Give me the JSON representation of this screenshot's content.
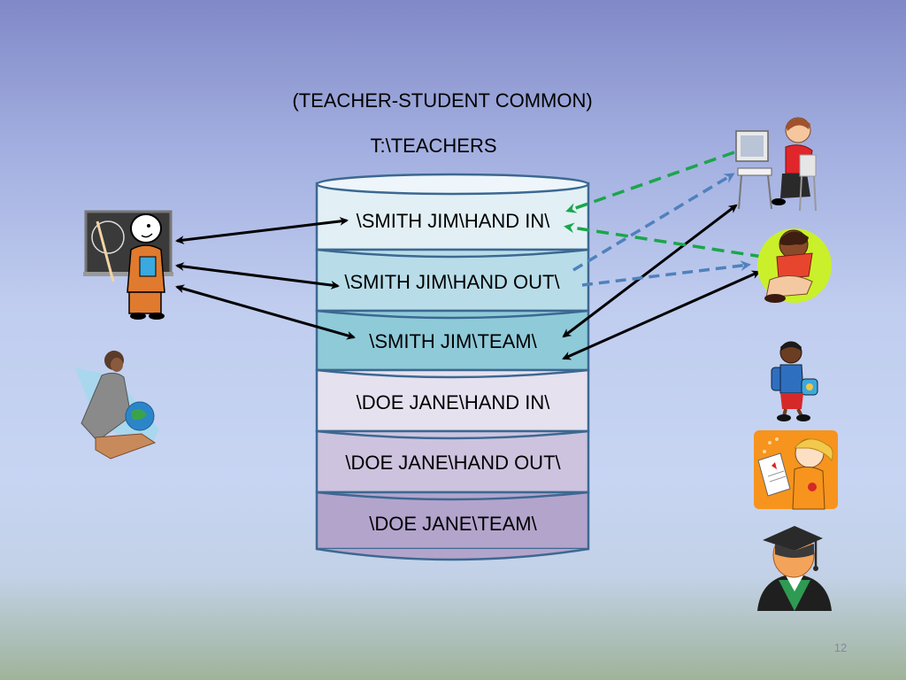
{
  "header": {
    "title": "(TEACHER-STUDENT COMMON)",
    "drive_path": "T:\\TEACHERS"
  },
  "folders": [
    {
      "label": "\\SMITH JIM\\HAND IN\\",
      "color": "#e2f0f6"
    },
    {
      "label": "\\SMITH JIM\\HAND OUT\\",
      "color": "#b8dde9"
    },
    {
      "label": "\\SMITH JIM\\TEAM\\",
      "color": "#8fcad9"
    },
    {
      "label": "\\DOE JANE\\HAND IN\\",
      "color": "#e6e1ef"
    },
    {
      "label": "\\DOE JANE\\HAND OUT\\",
      "color": "#cdc3de"
    },
    {
      "label": "\\DOE JANE\\TEAM\\",
      "color": "#b3a4cc"
    }
  ],
  "colors": {
    "cylinder_border": "#3c6891",
    "teacher_arrow": "#000000",
    "student1_arrow": "#1aa64b",
    "student2_arrow": "#4f81bd"
  },
  "figures": [
    "teacher-at-blackboard-icon",
    "teacher-with-globe-icon",
    "student-at-computer-icon",
    "student-reading-icon",
    "student-with-backpack-icon",
    "student-with-paper-icon",
    "graduate-icon"
  ],
  "footer": {
    "page_number": "12"
  }
}
